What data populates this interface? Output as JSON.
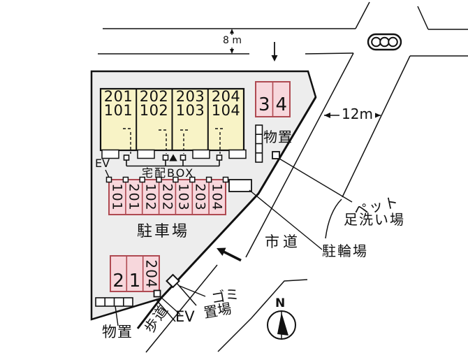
{
  "colors": {
    "site_fill": "#EDEDED",
    "building_fill": "#F8F3C6",
    "stall_fill": "#F7D7DC",
    "stall_border": "#AF4A52",
    "line": "#111111"
  },
  "roads": {
    "top_road_width": "8 m",
    "side_road_width": "12m",
    "city_road": "市道"
  },
  "building": {
    "units": [
      {
        "upper": "201",
        "lower": "101"
      },
      {
        "upper": "202",
        "lower": "102"
      },
      {
        "upper": "203",
        "lower": "103"
      },
      {
        "upper": "204",
        "lower": "104"
      }
    ],
    "elevator": "EV",
    "delivery_box": "宅配BOX"
  },
  "parking": {
    "area_label": "駐車場",
    "row_stalls": [
      "101",
      "201",
      "102",
      "202",
      "103",
      "203",
      "104"
    ],
    "north_stalls": [
      "3",
      "4"
    ],
    "south_stalls": [
      "2",
      "1",
      "204"
    ]
  },
  "facilities": {
    "storage_north": "物置",
    "storage_south": "物置",
    "sidewalk": "歩道",
    "ev_access": "EV",
    "garbage_line1": "ゴミ",
    "garbage_line2": "置場",
    "bicycle_parking": "駐輪場",
    "pet_wash_line1": "ペット",
    "pet_wash_line2": "足洗い場"
  },
  "compass": {
    "north": "N"
  }
}
